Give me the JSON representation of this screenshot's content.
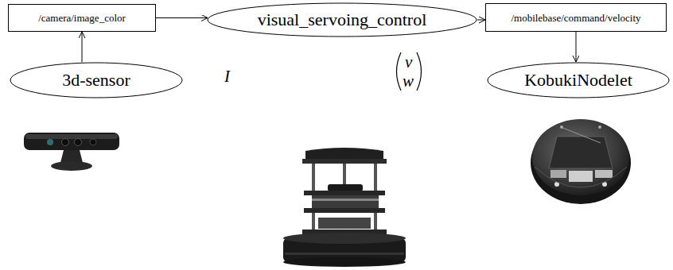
{
  "diagram": {
    "nodes": [
      {
        "text": [
          "/camera/image_color"
        ]
      },
      {
        "text": [
          "visual_servoing_control"
        ]
      },
      {
        "text": [
          "/mobilebase/command/velocity"
        ]
      },
      {
        "text": [
          "3d-sensor"
        ]
      },
      {
        "text": [
          "KobukiNodelet"
        ]
      }
    ],
    "edges": [
      {
        "from": 3,
        "to": 0,
        "arrow": "to"
      },
      {
        "from": 0,
        "to": 1,
        "arrow": "to"
      },
      {
        "from": 1,
        "to": 2,
        "arrow": "to"
      },
      {
        "from": 2,
        "to": 4,
        "arrow": "to"
      }
    ],
    "labels": [
      "I",
      "v",
      "w"
    ]
  }
}
